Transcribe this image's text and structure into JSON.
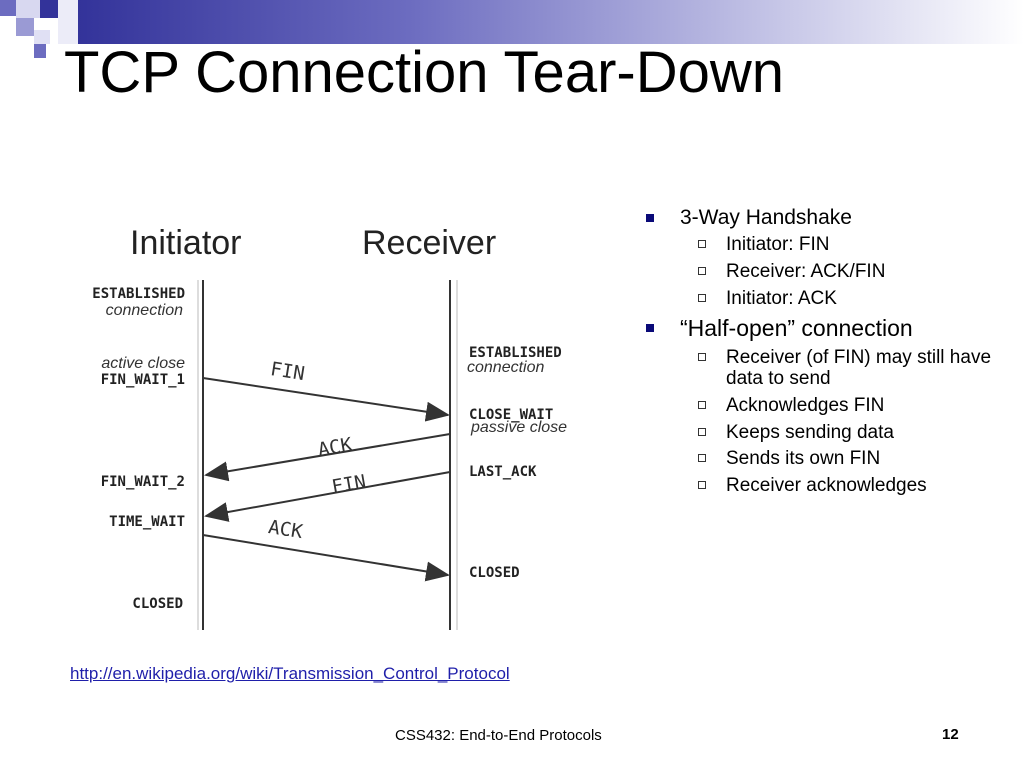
{
  "slide": {
    "title": "TCP Connection Tear-Down",
    "source_link": "http://en.wikipedia.org/wiki/Transmission_Control_Protocol",
    "footer": "CSS432: End-to-End Protocols",
    "page_number": "12"
  },
  "diagram": {
    "initiator_label": "Initiator",
    "receiver_label": "Receiver",
    "initiator_states": {
      "established": "ESTABLISHED",
      "connection": "connection",
      "active_close": "active close",
      "fin_wait_1": "FIN_WAIT_1",
      "fin_wait_2": "FIN_WAIT_2",
      "time_wait": "TIME_WAIT",
      "closed": "CLOSED"
    },
    "receiver_states": {
      "established": "ESTABLISHED",
      "connection": "connection",
      "close_wait": "CLOSE_WAIT",
      "passive_close": "passive close",
      "last_ack": "LAST_ACK",
      "closed": "CLOSED"
    },
    "messages": {
      "fin_1": "FIN",
      "ack_1": "ACK",
      "fin_2": "FIN",
      "ack_2": "ACK"
    }
  },
  "bullets": [
    {
      "text": "3-Way Handshake",
      "sub": [
        "Initiator: FIN",
        "Receiver: ACK/FIN",
        "Initiator: ACK"
      ]
    },
    {
      "text": "“Half-open” connection",
      "sub": [
        "Receiver (of FIN) may still have data to send",
        "Acknowledges FIN",
        "Keeps sending data",
        "Sends its own FIN",
        "Receiver acknowledges"
      ]
    }
  ],
  "colors": {
    "header_bar": "#33339a",
    "bullet": "#0a0a78",
    "link": "#1f1faa"
  }
}
